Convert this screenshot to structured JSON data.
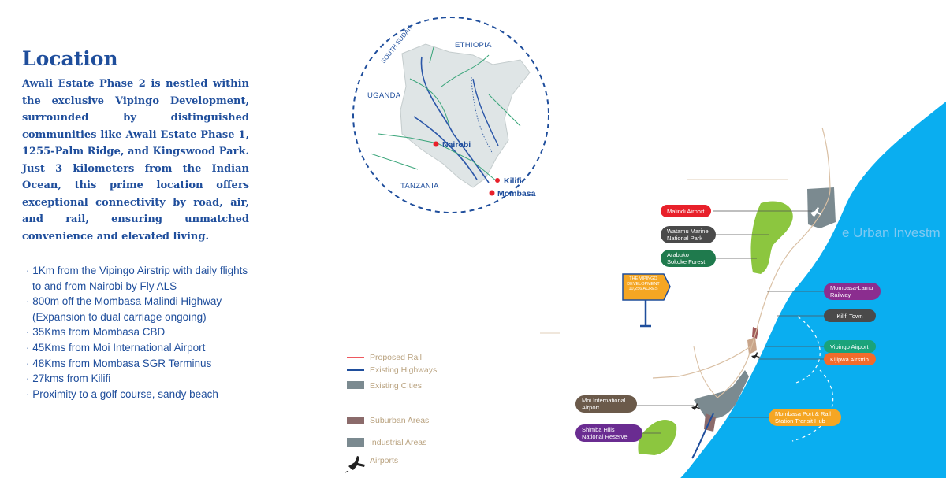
{
  "heading": "Location",
  "intro": "Awali Estate Phase 2 is nestled within the exclusive Vipingo Development, surrounded by distinguished communities like Awali Estate Phase 1, 1255-Palm Ridge, and Kingswood Park. Just 3 kilometers from the Indian Ocean, this prime location offers exceptional connectivity by road, air, and rail, ensuring unmatched convenience and elevated living.",
  "bullets": [
    "· 1Km from the Vipingo Airstrip with daily flights to and from Nairobi by Fly ALS",
    "· 800m off the Mombasa Malindi Highway (Expansion to dual carriage ongoing)",
    "· 35Kms from Mombasa CBD",
    "· 45Kms from Moi International Airport",
    "· 48Kms from Mombasa SGR Terminus",
    "· 27kms from Kilifi",
    "· Proximity to a golf course, sandy beach"
  ],
  "inset": {
    "south_sudan": "SOUTH SUDAN",
    "ethiopia": "ETHIOPIA",
    "uganda": "UGANDA",
    "tanzania": "TANZANIA",
    "nairobi": "Nairobi",
    "kilifi": "Kilifi",
    "mombasa": "Mombasa"
  },
  "map": {
    "watermark": "e Urban Investm",
    "vipingo_sign": "THE VIPINGO DEVELOPMENT 10,256 ACRES",
    "tags": {
      "malindi_airport": "Malindi Airport",
      "watamu": "Watamu Marine National Park",
      "arabuko": "Arabuko Sokoke Forest",
      "mombasa_lamu": "Mombasa-Lamu Railway",
      "kilifi_town": "Kilifi Town",
      "vipingo_airport": "Vipingo Airport",
      "kijipwa": "Kijipwa Airstrip",
      "moi_airport": "Moi International Airport",
      "shimba": "Shimba Hills National Reserve",
      "mombasa_port": "Mombasa Port & Rail Station Transit Hub"
    }
  },
  "legend": {
    "proposed_rail": "Proposed Rail",
    "existing_highways": "Existing Highways",
    "existing_cities": "Existing Cities",
    "suburban_areas": "Suburban Areas",
    "industrial_areas": "Industrial Areas",
    "airports": "Airports"
  },
  "colors": {
    "heading_blue": "#1f4e9c",
    "ocean": "#0aaef0",
    "forest_green": "#8cc63f",
    "city_grey": "#7b8a90",
    "legend_text": "#b9a27f",
    "tag_red": "#e8202a",
    "tag_grey": "#4a4a4a",
    "tag_green": "#1f7a4d",
    "tag_purple": "#8b2d8f",
    "tag_teal": "#1aa37a",
    "tag_orange": "#f26b2b",
    "tag_brown": "#6b5a4a",
    "tag_violet": "#6a2c91",
    "tag_amber": "#f5a623"
  }
}
